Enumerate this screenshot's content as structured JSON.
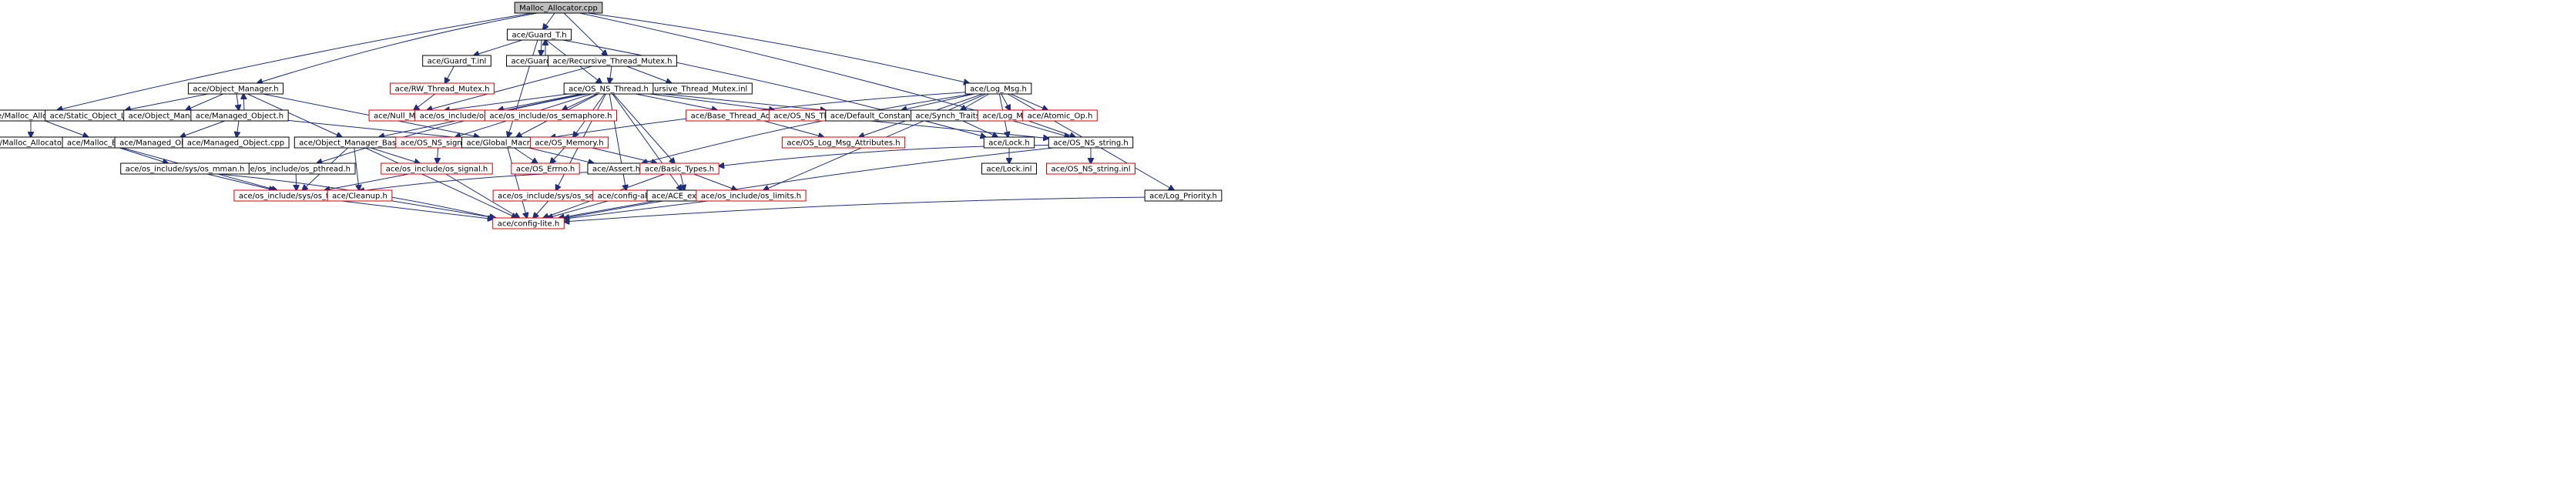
{
  "title": "Malloc_Allocator.cpp",
  "colors": {
    "edge": "#1f2f7a",
    "documented_border": "#000000",
    "undocumented_border": "#e00000",
    "root_fill": "#bfbfbf",
    "node_fill": "#ffffff"
  },
  "nodes": [
    {
      "id": "root",
      "label": "Malloc_Allocator.cpp",
      "style": "root"
    },
    {
      "id": "guard_t_h",
      "label": "ace/Guard_T.h",
      "style": "documented"
    },
    {
      "id": "guard_t_inl",
      "label": "ace/Guard_T.inl",
      "style": "documented"
    },
    {
      "id": "guard_t_cpp",
      "label": "ace/Guard_T.cpp",
      "style": "documented"
    },
    {
      "id": "rec_thread_mutex_h",
      "label": "ace/Recursive_Thread_Mutex.h",
      "style": "documented"
    },
    {
      "id": "rw_thread_mutex_h",
      "label": "ace/RW_Thread_Mutex.h",
      "style": "undocumented"
    },
    {
      "id": "rec_thread_mutex_inl",
      "label": "ace/Recursive_Thread_Mutex.inl",
      "style": "documented"
    },
    {
      "id": "os_ns_thread_h",
      "label": "ace/OS_NS_Thread.h",
      "style": "documented"
    },
    {
      "id": "object_manager_h",
      "label": "ace/Object_Manager.h",
      "style": "documented"
    },
    {
      "id": "malloc_allocator_h",
      "label": "ace/Malloc_Allocator.h",
      "style": "documented"
    },
    {
      "id": "static_object_lock_h",
      "label": "ace/Static_Object_Lock.h",
      "style": "documented"
    },
    {
      "id": "object_manager_inl",
      "label": "ace/Object_Manager.inl",
      "style": "documented"
    },
    {
      "id": "managed_object_h",
      "label": "ace/Managed_Object.h",
      "style": "documented"
    },
    {
      "id": "null_mutex_h",
      "label": "ace/Null_Mutex.h",
      "style": "undocumented"
    },
    {
      "id": "os_sched_h",
      "label": "ace/os_include/os_sched.h",
      "style": "undocumented"
    },
    {
      "id": "os_semaphore_h",
      "label": "ace/os_include/os_semaphore.h",
      "style": "undocumented"
    },
    {
      "id": "base_thread_adapter_h",
      "label": "ace/Base_Thread_Adapter.h",
      "style": "undocumented"
    },
    {
      "id": "os_ns_thread_inl",
      "label": "ace/OS_NS_Thread.inl",
      "style": "undocumented"
    },
    {
      "id": "default_constants_h",
      "label": "ace/Default_Constants.h",
      "style": "documented"
    },
    {
      "id": "log_msg_h",
      "label": "ace/Log_Msg.h",
      "style": "documented"
    },
    {
      "id": "synch_traits_h",
      "label": "ace/Synch_Traits.h",
      "style": "documented"
    },
    {
      "id": "log_msg_inl",
      "label": "ace/Log_Msg.inl",
      "style": "undocumented"
    },
    {
      "id": "atomic_op_h",
      "label": "ace/Atomic_Op.h",
      "style": "undocumented"
    },
    {
      "id": "malloc_allocator_inl",
      "label": "ace/Malloc_Allocator.inl",
      "style": "documented"
    },
    {
      "id": "malloc_base_h",
      "label": "ace/Malloc_Base.h",
      "style": "documented"
    },
    {
      "id": "managed_object_inl",
      "label": "ace/Managed_Object.inl",
      "style": "documented"
    },
    {
      "id": "managed_object_cpp",
      "label": "ace/Managed_Object.cpp",
      "style": "documented"
    },
    {
      "id": "object_manager_base_h",
      "label": "ace/Object_Manager_Base.h",
      "style": "documented"
    },
    {
      "id": "os_ns_signal_h",
      "label": "ace/OS_NS_signal.h",
      "style": "undocumented"
    },
    {
      "id": "global_macros_h",
      "label": "ace/Global_Macros.h",
      "style": "documented"
    },
    {
      "id": "os_memory_h",
      "label": "ace/OS_Memory.h",
      "style": "undocumented"
    },
    {
      "id": "os_log_msg_attributes_h",
      "label": "ace/OS_Log_Msg_Attributes.h",
      "style": "undocumented"
    },
    {
      "id": "lock_h",
      "label": "ace/Lock.h",
      "style": "documented"
    },
    {
      "id": "os_ns_string_h",
      "label": "ace/OS_NS_string.h",
      "style": "documented"
    },
    {
      "id": "os_pthread_h",
      "label": "ace/os_include/os_pthread.h",
      "style": "documented"
    },
    {
      "id": "os_mman_h",
      "label": "ace/os_include/sys/os_mman.h",
      "style": "documented"
    },
    {
      "id": "os_signal_h",
      "label": "ace/os_include/os_signal.h",
      "style": "undocumented"
    },
    {
      "id": "os_errno_h",
      "label": "ace/OS_Errno.h",
      "style": "undocumented"
    },
    {
      "id": "assert_h",
      "label": "ace/Assert.h",
      "style": "documented"
    },
    {
      "id": "basic_types_h",
      "label": "ace/Basic_Types.h",
      "style": "undocumented"
    },
    {
      "id": "lock_inl",
      "label": "ace/Lock.inl",
      "style": "documented"
    },
    {
      "id": "os_ns_string_inl",
      "label": "ace/OS_NS_string.inl",
      "style": "undocumented"
    },
    {
      "id": "os_types_h",
      "label": "ace/os_include/sys/os_types.h",
      "style": "undocumented"
    },
    {
      "id": "cleanup_h",
      "label": "ace/Cleanup.h",
      "style": "undocumented"
    },
    {
      "id": "os_sem_h",
      "label": "ace/os_include/sys/os_sem.h",
      "style": "undocumented"
    },
    {
      "id": "config_all_h",
      "label": "ace/config-all.h",
      "style": "undocumented"
    },
    {
      "id": "ace_export_h",
      "label": "ace/ACE_export.h",
      "style": "documented"
    },
    {
      "id": "os_limits_h",
      "label": "ace/os_include/os_limits.h",
      "style": "undocumented"
    },
    {
      "id": "log_priority_h",
      "label": "ace/Log_Priority.h",
      "style": "documented"
    },
    {
      "id": "config_lite_h",
      "label": "ace/config-lite.h",
      "style": "undocumented"
    }
  ],
  "edges": [
    [
      "root",
      "guard_t_h"
    ],
    [
      "root",
      "rec_thread_mutex_h"
    ],
    [
      "root",
      "object_manager_h"
    ],
    [
      "root",
      "malloc_allocator_h"
    ],
    [
      "root",
      "log_msg_h"
    ],
    [
      "root",
      "os_ns_string_h"
    ],
    [
      "guard_t_h",
      "guard_t_inl"
    ],
    [
      "guard_t_h",
      "guard_t_cpp"
    ],
    [
      "guard_t_cpp",
      "guard_t_h"
    ],
    [
      "guard_t_h",
      "os_ns_thread_h"
    ],
    [
      "guard_t_h",
      "global_macros_h"
    ],
    [
      "guard_t_h",
      "lock_h"
    ],
    [
      "guard_t_inl",
      "rw_thread_mutex_h"
    ],
    [
      "rw_thread_mutex_h",
      "null_mutex_h"
    ],
    [
      "rec_thread_mutex_h",
      "os_ns_thread_h"
    ],
    [
      "rec_thread_mutex_h",
      "rec_thread_mutex_inl"
    ],
    [
      "rec_thread_mutex_h",
      "null_mutex_h"
    ],
    [
      "os_ns_thread_h",
      "null_mutex_h"
    ],
    [
      "os_ns_thread_h",
      "os_sched_h"
    ],
    [
      "os_ns_thread_h",
      "os_semaphore_h"
    ],
    [
      "os_ns_thread_h",
      "base_thread_adapter_h"
    ],
    [
      "os_ns_thread_h",
      "os_ns_thread_inl"
    ],
    [
      "os_ns_thread_h",
      "default_constants_h"
    ],
    [
      "os_ns_thread_h",
      "global_macros_h"
    ],
    [
      "os_ns_thread_h",
      "os_memory_h"
    ],
    [
      "os_ns_thread_h",
      "os_ns_signal_h"
    ],
    [
      "os_ns_thread_h",
      "os_pthread_h"
    ],
    [
      "os_ns_thread_h",
      "basic_types_h"
    ],
    [
      "os_ns_thread_h",
      "os_sem_h"
    ],
    [
      "os_ns_thread_h",
      "config_all_h"
    ],
    [
      "os_ns_thread_h",
      "ace_export_h"
    ],
    [
      "os_ns_thread_h",
      "object_manager_base_h"
    ],
    [
      "object_manager_h",
      "static_object_lock_h"
    ],
    [
      "object_manager_h",
      "object_manager_inl"
    ],
    [
      "object_manager_h",
      "managed_object_h"
    ],
    [
      "object_manager_h",
      "object_manager_base_h"
    ],
    [
      "object_manager_h",
      "global_macros_h"
    ],
    [
      "managed_object_h",
      "object_manager_h"
    ],
    [
      "managed_object_h",
      "managed_object_inl"
    ],
    [
      "managed_object_h",
      "managed_object_cpp"
    ],
    [
      "managed_object_h",
      "global_macros_h"
    ],
    [
      "malloc_allocator_h",
      "malloc_allocator_inl"
    ],
    [
      "malloc_allocator_h",
      "malloc_base_h"
    ],
    [
      "malloc_base_h",
      "os_mman_h"
    ],
    [
      "malloc_base_h",
      "os_types_h"
    ],
    [
      "os_mman_h",
      "os_types_h"
    ],
    [
      "os_mman_h",
      "config_lite_h"
    ],
    [
      "object_manager_base_h",
      "os_signal_h"
    ],
    [
      "object_manager_base_h",
      "os_types_h"
    ],
    [
      "object_manager_base_h",
      "cleanup_h"
    ],
    [
      "object_manager_base_h",
      "config_lite_h"
    ],
    [
      "os_ns_signal_h",
      "os_signal_h"
    ],
    [
      "os_signal_h",
      "os_types_h"
    ],
    [
      "os_signal_h",
      "config_lite_h"
    ],
    [
      "global_macros_h",
      "os_errno_h"
    ],
    [
      "global_macros_h",
      "assert_h"
    ],
    [
      "global_macros_h",
      "config_lite_h"
    ],
    [
      "os_memory_h",
      "os_errno_h"
    ],
    [
      "os_memory_h",
      "basic_types_h"
    ],
    [
      "os_pthread_h",
      "os_types_h"
    ],
    [
      "basic_types_h",
      "ace_export_h"
    ],
    [
      "basic_types_h",
      "os_limits_h"
    ],
    [
      "basic_types_h",
      "os_types_h"
    ],
    [
      "basic_types_h",
      "config_lite_h"
    ],
    [
      "base_thread_adapter_h",
      "os_log_msg_attributes_h"
    ],
    [
      "os_ns_thread_inl",
      "os_ns_string_h"
    ],
    [
      "log_msg_h",
      "default_constants_h"
    ],
    [
      "log_msg_h",
      "synch_traits_h"
    ],
    [
      "log_msg_h",
      "log_msg_inl"
    ],
    [
      "log_msg_h",
      "atomic_op_h"
    ],
    [
      "log_msg_h",
      "global_macros_h"
    ],
    [
      "log_msg_h",
      "os_log_msg_attributes_h"
    ],
    [
      "log_msg_h",
      "assert_h"
    ],
    [
      "log_msg_h",
      "os_limits_h"
    ],
    [
      "log_msg_h",
      "log_priority_h"
    ],
    [
      "log_msg_h",
      "lock_h"
    ],
    [
      "synch_traits_h",
      "lock_h"
    ],
    [
      "lock_h",
      "lock_inl"
    ],
    [
      "log_msg_inl",
      "os_ns_string_h"
    ],
    [
      "os_ns_string_h",
      "os_ns_string_inl"
    ],
    [
      "os_ns_string_h",
      "basic_types_h"
    ],
    [
      "os_ns_string_h",
      "config_lite_h"
    ],
    [
      "cleanup_h",
      "config_lite_h"
    ],
    [
      "os_sem_h",
      "config_lite_h"
    ],
    [
      "config_all_h",
      "config_lite_h"
    ],
    [
      "ace_export_h",
      "config_lite_h"
    ],
    [
      "os_limits_h",
      "config_lite_h"
    ],
    [
      "os_types_h",
      "config_lite_h"
    ],
    [
      "log_priority_h",
      "config_lite_h"
    ]
  ]
}
